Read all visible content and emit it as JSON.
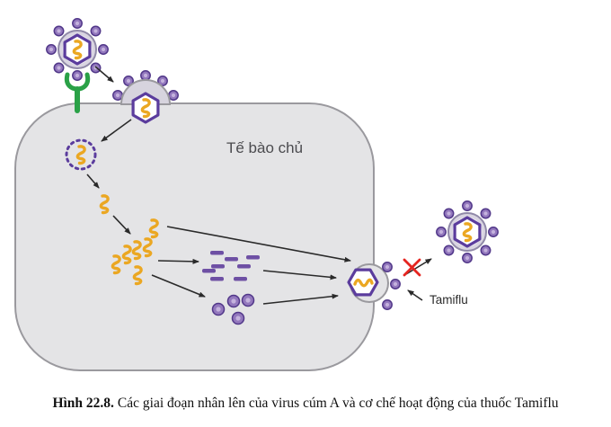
{
  "figure": {
    "labels": {
      "host_cell": "Tế bào chủ",
      "drug": "Tamiflu"
    },
    "caption": {
      "prefix": "Hình 22.8.",
      "body": "Các giai đoạn nhân lên của virus cúm A và cơ chế hoạt động của thuốc Tamiflu"
    }
  },
  "colors": {
    "cell_fill": "#e4e4e6",
    "cell_stroke": "#9a999e",
    "capsid_purple": "#5b3c9d",
    "capsid_fill": "#ffffff",
    "envelope_fill": "#d9d5e1",
    "envelope_stroke": "#9089a8",
    "envelope_inner": "#eceaf1",
    "spike_fill": "#9378bd",
    "spike_stroke": "#513789",
    "spike_highlight": "#c4b2dd",
    "rna_orange": "#eba722",
    "receptor_green": "#2aa147",
    "protein_purple": "#6e50a4",
    "arrow_color": "#2a2a2a",
    "blocked_red": "#e52520",
    "label_color": "#4b4b4f",
    "caption_color": "#111111",
    "background": "#ffffff"
  }
}
